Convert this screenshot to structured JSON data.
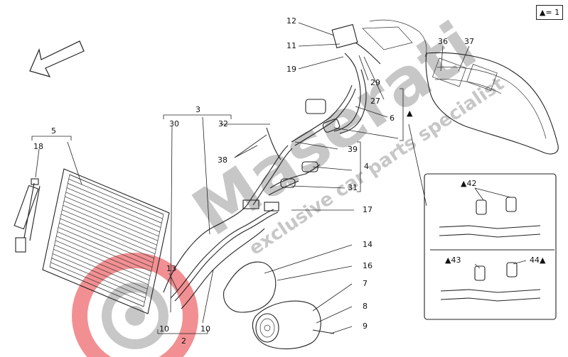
{
  "legend": {
    "text": "▲= 1"
  },
  "watermark": {
    "brand": "Maserati",
    "tagline": "exclusive car parts specialist"
  },
  "callouts": {
    "c12": "12",
    "c11": "11",
    "c19": "19",
    "c29": "29",
    "c27": "27",
    "c6": "6",
    "c36": "36",
    "c37": "37",
    "c3": "3",
    "c30": "30",
    "c32": "32",
    "c5": "5",
    "c18": "18",
    "c38": "38",
    "c39": "39",
    "c4": "4",
    "c31": "31",
    "c17": "17",
    "c14": "14",
    "c16": "16",
    "c7": "7",
    "c8": "8",
    "c9": "9",
    "c13": "13",
    "c10a": "10",
    "c10b": "10",
    "c2": "2",
    "c42": "▲42",
    "c43": "▲43",
    "c44": "44▲",
    "c6tri": "▲"
  },
  "colors": {
    "watermark_red": "#e8333a",
    "watermark_gray": "#9a9a9a",
    "line": "#222222"
  }
}
